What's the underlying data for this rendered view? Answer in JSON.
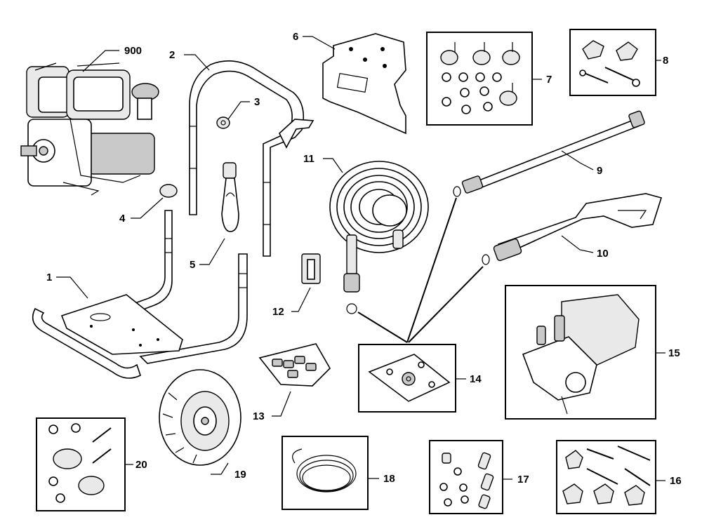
{
  "labels": {
    "c1": "1",
    "c2": "2",
    "c3": "3",
    "c4": "4",
    "c5": "5",
    "c6": "6",
    "c7": "7",
    "c8": "8",
    "c9": "9",
    "c10": "10",
    "c11": "11",
    "c12": "12",
    "c13": "13",
    "c14": "14",
    "c15": "15",
    "c16": "16",
    "c17": "17",
    "c18": "18",
    "c19": "19",
    "c20": "20",
    "c900": "900"
  }
}
